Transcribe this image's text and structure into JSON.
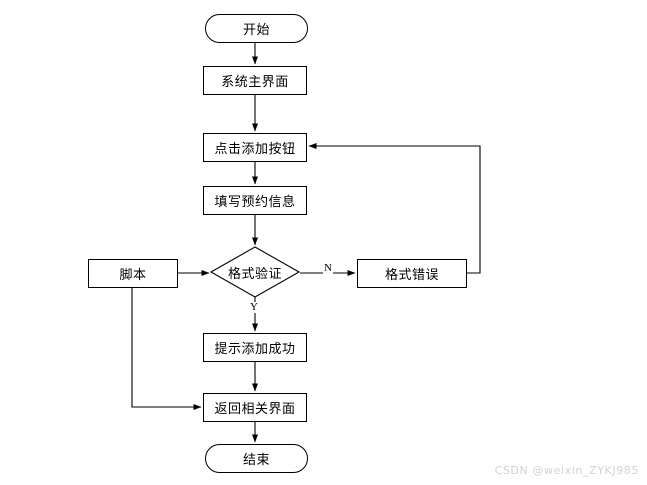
{
  "diagram": {
    "type": "flowchart",
    "title": "",
    "background_color": "#ffffff",
    "line_color": "#000000",
    "text_color": "#000000",
    "nodes": [
      {
        "id": "start",
        "label": "开始",
        "shape": "terminator"
      },
      {
        "id": "main_ui",
        "label": "系统主界面",
        "shape": "process"
      },
      {
        "id": "click_add",
        "label": "点击添加按钮",
        "shape": "process"
      },
      {
        "id": "fill_info",
        "label": "填写预约信息",
        "shape": "process"
      },
      {
        "id": "validate",
        "label": "格式验证",
        "shape": "decision"
      },
      {
        "id": "script",
        "label": "脚本",
        "shape": "process"
      },
      {
        "id": "format_error",
        "label": "格式错误",
        "shape": "process"
      },
      {
        "id": "success_tip",
        "label": "提示添加成功",
        "shape": "process"
      },
      {
        "id": "return_ui",
        "label": "返回相关界面",
        "shape": "process"
      },
      {
        "id": "end",
        "label": "结束",
        "shape": "terminator"
      }
    ],
    "edge_labels": {
      "no": "N",
      "yes": "Y"
    }
  },
  "watermark": {
    "text": "CSDN @weixin_ZYKJ985",
    "color": "#d2d2d2"
  }
}
